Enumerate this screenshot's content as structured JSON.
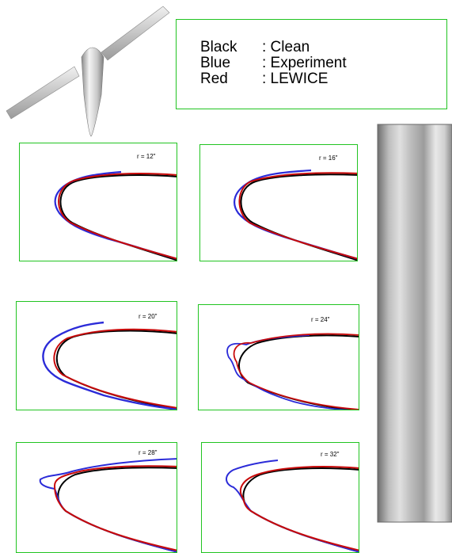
{
  "legend": {
    "rows": [
      {
        "key": "Black",
        "value": ": Clean"
      },
      {
        "key": "Blue",
        "value": ": Experiment"
      },
      {
        "key": "Red",
        "value": ": LEWICE"
      }
    ]
  },
  "colors": {
    "clean": "#000000",
    "experiment": "#2b2bd8",
    "lewice": "#c80a0a",
    "frame": "#21c421"
  },
  "panels": [
    {
      "label": "r = 12\""
    },
    {
      "label": "r = 16\""
    },
    {
      "label": "r = 20\""
    },
    {
      "label": "r = 24\""
    },
    {
      "label": "r = 28\""
    },
    {
      "label": "r = 32\""
    }
  ]
}
